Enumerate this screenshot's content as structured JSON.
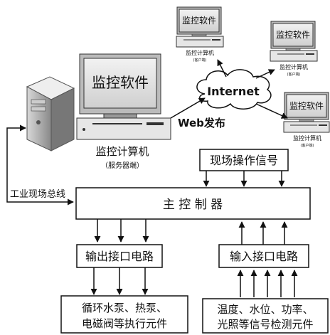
{
  "server": {
    "screen_text": "监控软件",
    "name": "监控计算机",
    "role": "（服务器端）"
  },
  "clients": [
    {
      "screen_text": "监控软件",
      "name": "监控计算机",
      "role": "(客户端)"
    },
    {
      "screen_text": "监控软件",
      "name": "监控计算机",
      "role": "(客户端)"
    },
    {
      "screen_text": "监控软件",
      "name": "监控计算机",
      "role": "(客户端)"
    }
  ],
  "internet_label": "Internet",
  "web_publish_label": "Web发布",
  "bus_label": "工业现场总线",
  "field_signal_box": "现场操作信号",
  "main_controller": "主 控 制 器",
  "output_interface": "输出接口电路",
  "input_interface": "输入接口电路",
  "actuators": {
    "line1": "循环水泵、热泵、",
    "line2": "电磁阀等执行元件"
  },
  "sensors": {
    "line1": "温度、水位、功率、",
    "line2": "光照等信号检测元件"
  }
}
